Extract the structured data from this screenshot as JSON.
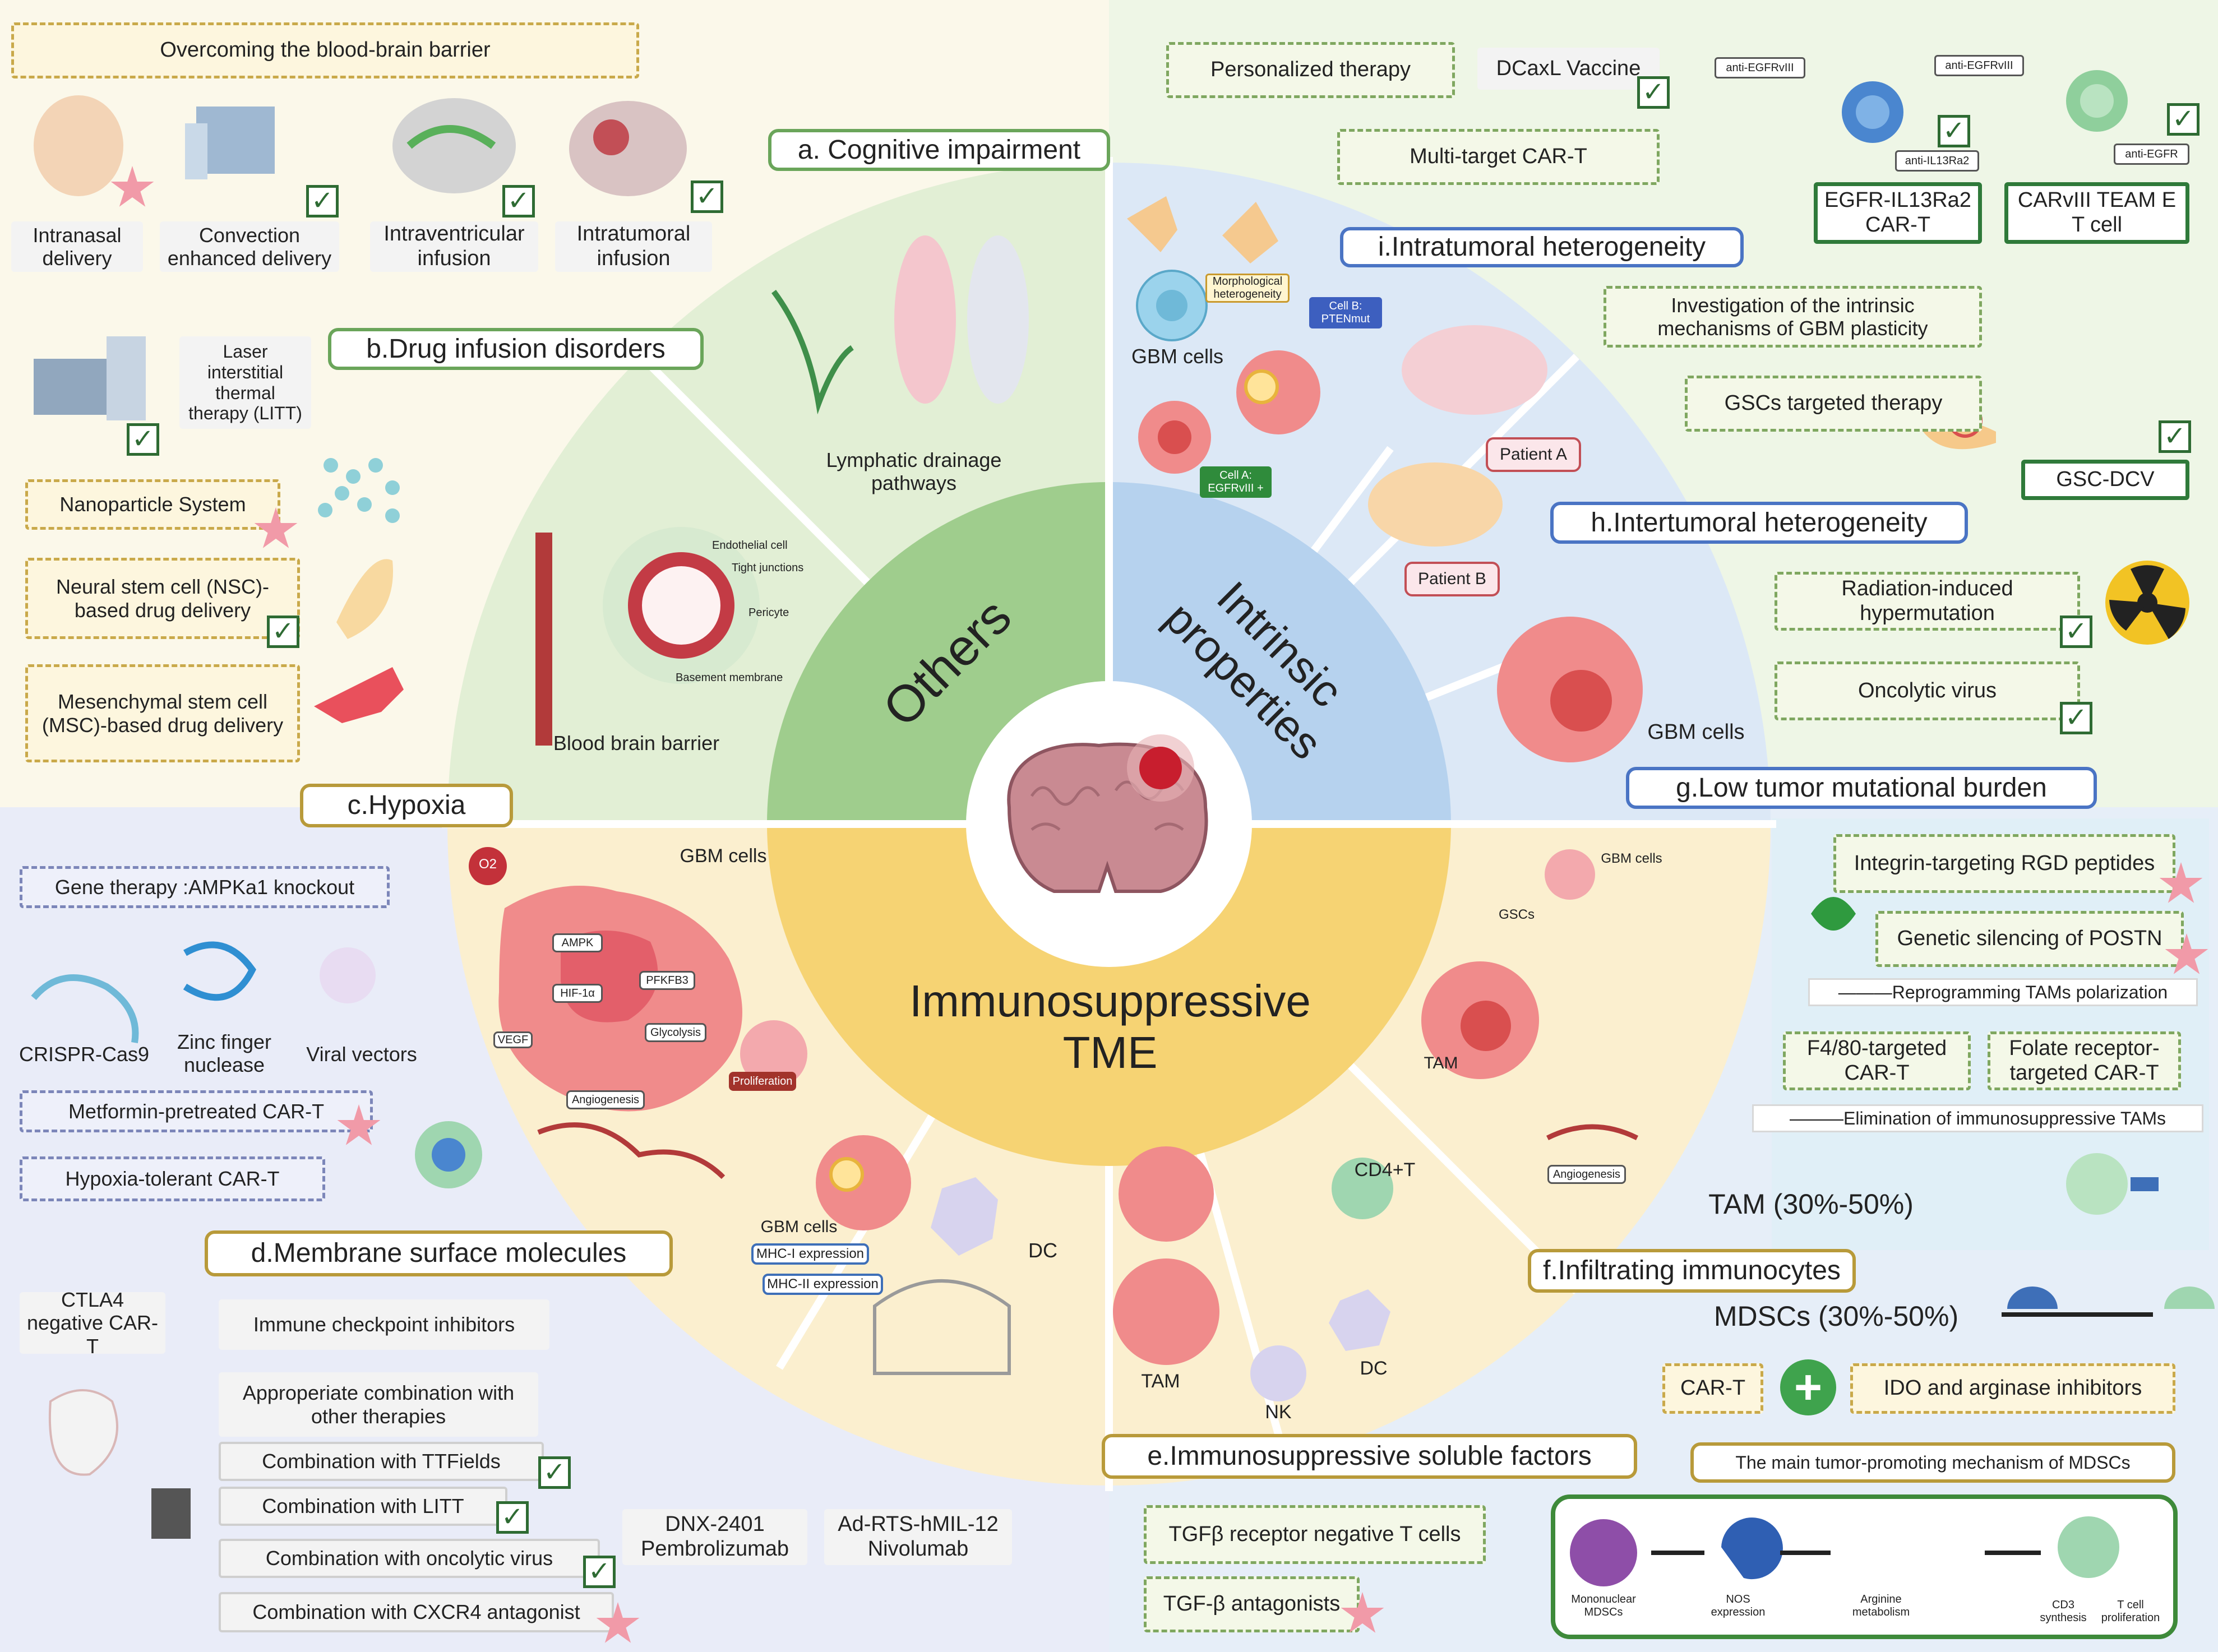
{
  "quadrants": {
    "others": "Others",
    "intrinsic": "Intrinsic properties",
    "tme": "Immunosuppressive TME"
  },
  "sections": {
    "a": "a. Cognitive impairment",
    "b": "b.Drug infusion disorders",
    "c": "c.Hypoxia",
    "d": "d.Membrane surface molecules",
    "e": "e.Immunosuppressive soluble factors",
    "f": "f.Infiltrating immunocytes",
    "g": "g.Low tumor mutational burden",
    "h": "h.Intertumoral heterogeneity",
    "i": "i.Intratumoral heterogeneity"
  },
  "top_left": {
    "bbb_title": "Overcoming the blood-brain barrier",
    "delivery": [
      "Intranasal delivery",
      "Convection enhanced delivery",
      "Intraventricular infusion",
      "Intratumoral infusion"
    ],
    "litt": "Laser interstitial thermal therapy (LITT)",
    "nano": "Nanoparticle System",
    "nsc": "Neural stem cell (NSC)-based drug delivery",
    "msc": "Mesenchymal stem cell (MSC)-based drug delivery",
    "lymph": "Lymphatic drainage pathways",
    "bbb": "Blood brain barrier",
    "bbb_parts": [
      "Endothelial cell",
      "Tight junctions",
      "Pericyte",
      "Basement membrane"
    ]
  },
  "top_right": {
    "personalized": "Personalized therapy",
    "dcaxl": "DCaxL Vaccine",
    "multi": "Multi-target CAR-T",
    "anti_egfrviii": "anti-EGFRvIII",
    "anti_il13": "anti-IL13Ra2",
    "anti_egfr": "anti-EGFR",
    "car1": "EGFR-IL13Ra2 CAR-T",
    "car2": "CARvIII TEAM E T cell",
    "plasticity": "Investigation of the intrinsic mechanisms of GBM plasticity",
    "gscs": "GSCs targeted therapy",
    "gscdcv": "GSC-DCV",
    "gbm_cells": "GBM cells",
    "morph": "Morphological heterogeneity",
    "cellb": "Cell B: PTENmut",
    "cella": "Cell A: EGFRvIII +",
    "patienta": "Patient A",
    "patientb": "Patient B",
    "radiation": "Radiation-induced hypermutation",
    "oncolytic": "Oncolytic virus",
    "gbm_cells2": "GBM cells"
  },
  "bottom_left": {
    "gene": "Gene therapy :AMPKa1 knockout",
    "tools": [
      "CRISPR-Cas9",
      "Zinc finger nuclease",
      "Viral vectors"
    ],
    "metformin": "Metformin-pretreated CAR-T",
    "hypoxiatol": "Hypoxia-tolerant CAR-T",
    "gbm_cells": "GBM cells",
    "o2": "O2",
    "hypoxia_labels": [
      "AMPK",
      "HIF-1α",
      "PFKFB3",
      "Glycolysis",
      "Angiogenesis",
      "Proliferation",
      "VEGF"
    ],
    "ctla4": "CTLA4 negative CAR-T",
    "ici": "Immune checkpoint inhibitors",
    "combo": "Approperiate combination with other therapies",
    "ttf": "Combination with TTFields",
    "litt": "Combination with LITT",
    "onco": "Combination with oncolytic virus",
    "cxcr4": "Combination with CXCR4 antagonist",
    "dnx": "DNX-2401 Pembrolizumab",
    "adrts": "Ad-RTS-hMIL-12 Nivolumab",
    "gbm_cells2": "GBM cells",
    "mhc1": "MHC-I expression",
    "mhc2": "MHC-II expression",
    "dc": "DC"
  },
  "bottom_right": {
    "rgd": "Integrin-targeting RGD peptides",
    "postn": "Genetic silencing of POSTN",
    "reprog": "———Reprogramming TAMs polarization",
    "f480": "F4/80-targeted CAR-T",
    "folate": "Folate receptor-targeted CAR-T",
    "elim": "———Elimination of immunosuppressive TAMs",
    "tam_pct": "TAM (30%-50%)",
    "mdsc_pct": "MDSCs (30%-50%)",
    "cart": "CAR-T",
    "ido": "IDO and arginase inhibitors",
    "mdsc_mech": "The main tumor-promoting mechanism of MDSCs",
    "tgfb_rn": "TGFβ receptor negative T cells",
    "tgfb_ant": "TGF-β antagonists",
    "gbm_cells": "GBM cells",
    "gscs": "GSCs",
    "tam": "TAM",
    "tam2": "TAM",
    "cd4": "CD4+T",
    "dc": "DC",
    "nk": "NK",
    "angio": "Angiogenesis",
    "mech_labels": [
      "Mononuclear MDSCs",
      "NOS expression",
      "Arginine metabolism",
      "CD3 synthesis",
      "T cell proliferation"
    ]
  }
}
